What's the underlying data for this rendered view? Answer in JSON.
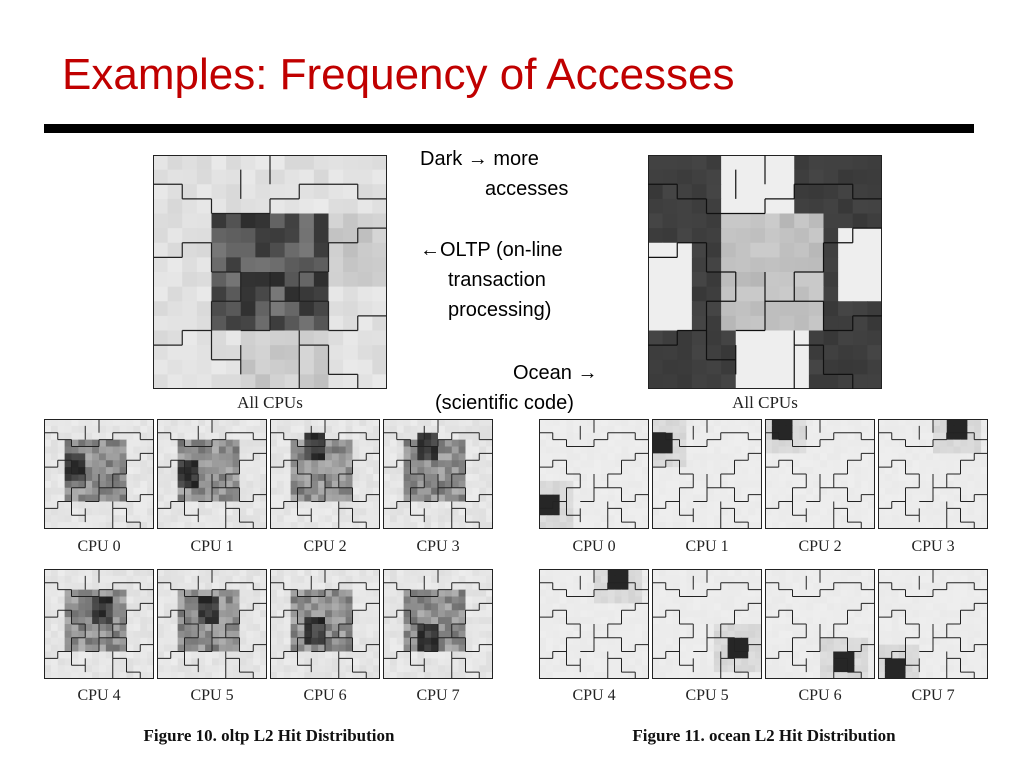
{
  "title": "Examples: Frequency of Accesses",
  "notes": {
    "dark_line1": "Dark → more",
    "dark_line2": "accesses",
    "oltp_line1": "←OLTP (on-line",
    "oltp_line2": "transaction",
    "oltp_line3": "processing)",
    "ocean_line1": "Ocean →",
    "ocean_line2": "(scientific code)"
  },
  "captions": {
    "all_cpus": "All CPUs",
    "cpus": [
      "CPU 0",
      "CPU 1",
      "CPU 2",
      "CPU 3",
      "CPU 4",
      "CPU 5",
      "CPU 6",
      "CPU 7"
    ]
  },
  "figures": {
    "oltp": "Figure 10. oltp L2 Hit Distribution",
    "ocean": "Figure 11. ocean L2 Hit Distribution"
  },
  "colors": {
    "title": "#c00000",
    "rule": "#000000"
  }
}
